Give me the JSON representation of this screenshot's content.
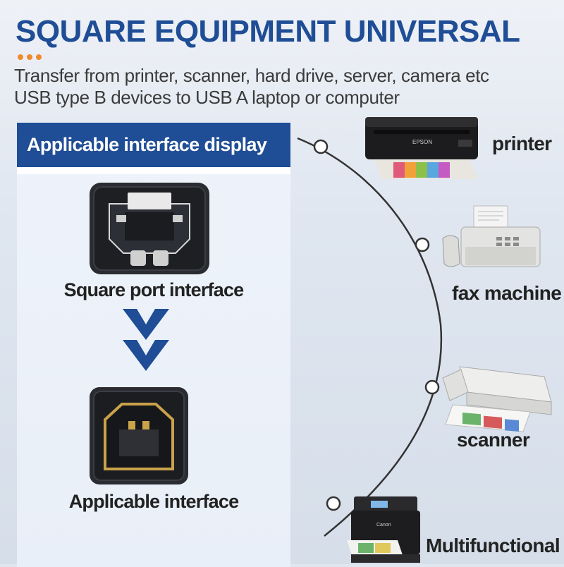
{
  "header": {
    "title": "SQUARE EQUIPMENT UNIVERSAL",
    "subtitle_line1": "Transfer from printer, scanner, hard drive, server, camera etc",
    "subtitle_line2": "USB type B devices to USB A laptop or computer"
  },
  "panel": {
    "heading": "Applicable interface display",
    "square_port_label": "Square port interface",
    "applicable_label": "Applicable interface"
  },
  "devices": [
    {
      "label": "printer",
      "icon": "inkjet-printer-icon"
    },
    {
      "label": "fax machine",
      "icon": "fax-machine-icon"
    },
    {
      "label": "scanner",
      "icon": "wide-format-scanner-icon"
    },
    {
      "label": "Multifunctional",
      "icon": "multifunction-printer-icon"
    }
  ],
  "printer_brand": "EPSON",
  "mfp_brand": "Canon",
  "colors": {
    "title_blue": "#1f4d96",
    "accent_orange": "#f08a2c",
    "gold_contact": "#c9a24a"
  }
}
